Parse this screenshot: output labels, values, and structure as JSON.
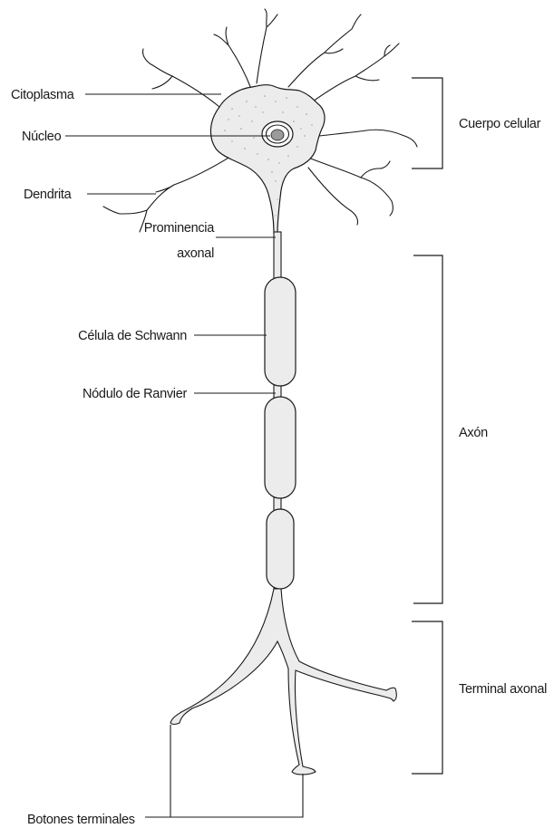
{
  "labels": {
    "citoplasma": "Citoplasma",
    "nucleo": "Núcleo",
    "dendrita": "Dendrita",
    "prominencia_1": "Prominencia",
    "prominencia_2": "axonal",
    "schwann": "Célula de Schwann",
    "ranvier": "Nódulo de Ranvier",
    "botones": "Botones terminales"
  },
  "regions": {
    "cuerpo": "Cuerpo celular",
    "axon": "Axón",
    "terminal": "Terminal axonal"
  }
}
